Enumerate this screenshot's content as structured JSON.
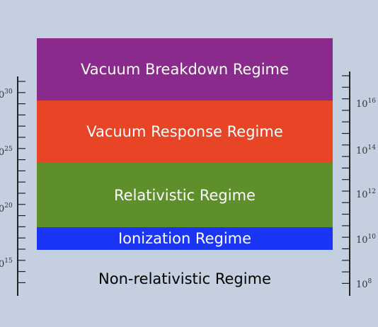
{
  "colors": {
    "background": "#c4d0e0",
    "vacuum_breakdown": "#8a2a8c",
    "vacuum_response": "#e84527",
    "relativistic": "#5e8f2b",
    "ionization": "#1a35f5",
    "axis": "#222222"
  },
  "regimes": {
    "vacuum_breakdown": "Vacuum Breakdown Regime",
    "vacuum_response": "Vacuum Response Regime",
    "relativistic": "Relativistic Regime",
    "ionization": "Ionization Regime",
    "non_relativistic": "Non-relativistic Regime"
  },
  "left_axis": {
    "labels": [
      {
        "text": "0",
        "exp": "30"
      },
      {
        "text": "0",
        "exp": "25"
      },
      {
        "text": "0",
        "exp": "20"
      },
      {
        "text": "0",
        "exp": "15"
      }
    ]
  },
  "right_axis": {
    "labels": [
      {
        "text": "10",
        "exp": "16"
      },
      {
        "text": "10",
        "exp": "14"
      },
      {
        "text": "10",
        "exp": "12"
      },
      {
        "text": "10",
        "exp": "10"
      },
      {
        "text": "10",
        "exp": "8"
      }
    ]
  }
}
